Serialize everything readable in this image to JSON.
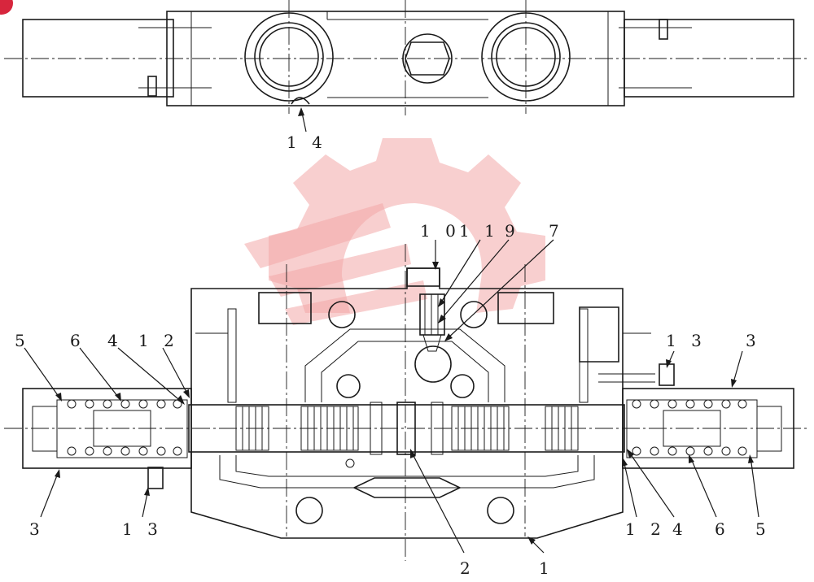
{
  "drawing": {
    "callouts": {
      "top_14": "1 4",
      "c10": "1 0",
      "c11": "1 1",
      "c9": "9",
      "c7": "7",
      "left_5": "5",
      "left_6": "6",
      "left_4": "4",
      "left_12": "1 2",
      "right_13": "1 3",
      "right_3": "3",
      "left_3": "3",
      "left_13": "1 3",
      "bottom_2": "2",
      "bottom_1": "1",
      "right_12": "1 2",
      "right_4": "4",
      "right_6": "6",
      "right_5": "5"
    },
    "watermark_color": "#f3a7a7",
    "line_color": "#1a1a1a",
    "corner_badge_color": "#d7263d"
  }
}
